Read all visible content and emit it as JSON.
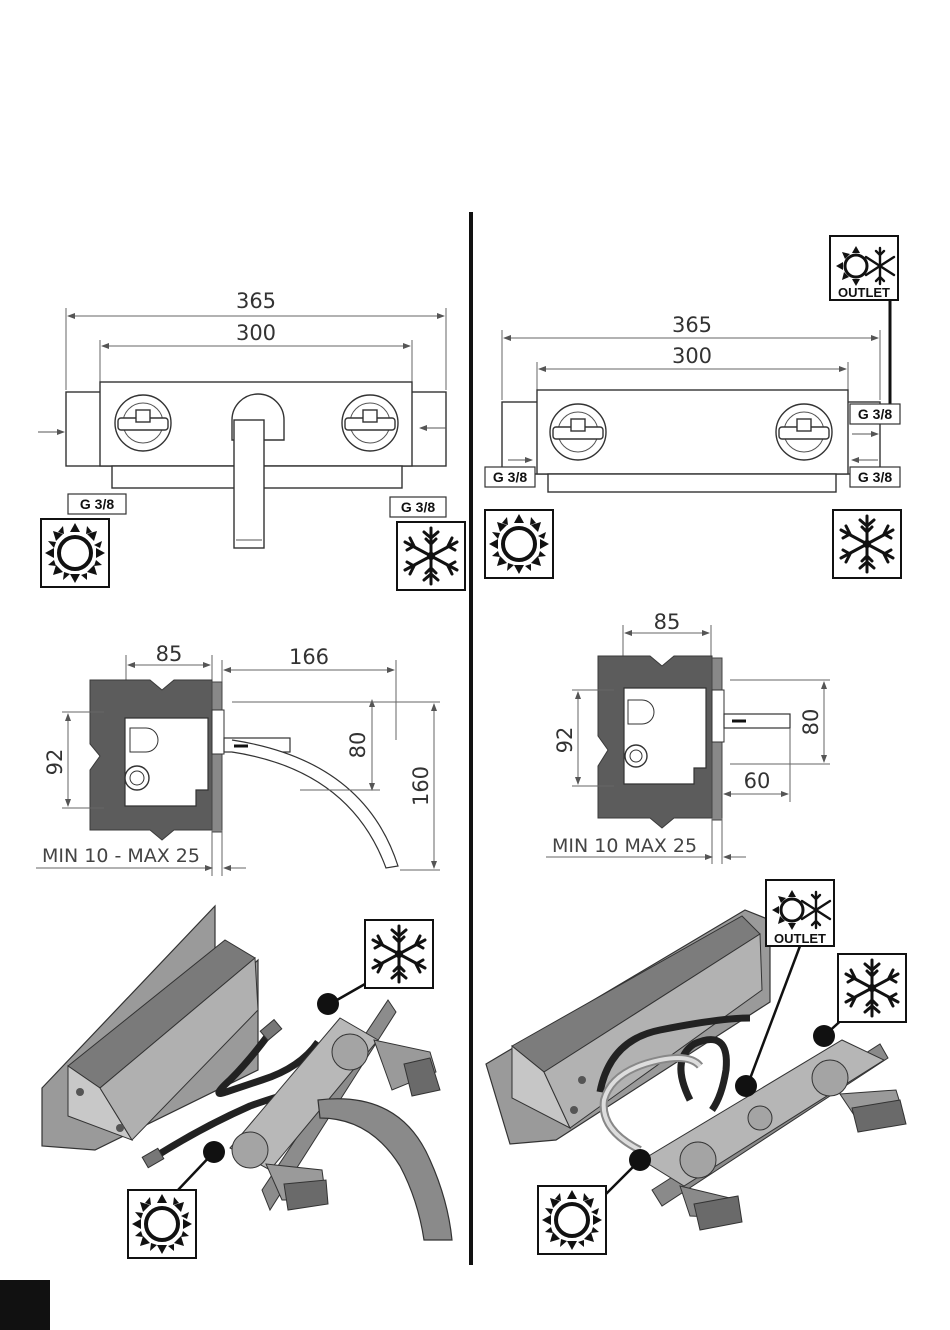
{
  "left_panel": {
    "front_view": {
      "dim_overall": "365",
      "dim_inner": "300",
      "inlet_left_label": "G 3/8",
      "inlet_right_label": "G 3/8",
      "hot_icon": "sun-icon",
      "cold_icon": "snowflake-icon"
    },
    "side_view": {
      "dim_depth": "85",
      "dim_spout_length": "166",
      "dim_height_box": "92",
      "dim_spout_drop": "80",
      "dim_total_drop": "160",
      "wall_range": "MIN 10 - MAX 25"
    },
    "iso_view": {
      "hot_icon": "sun-icon",
      "cold_icon": "snowflake-icon"
    }
  },
  "right_panel": {
    "front_view": {
      "dim_overall": "365",
      "dim_inner": "300",
      "outlet_label": "OUTLET",
      "outlet_connection_label": "G 3/8",
      "inlet_left_label": "G 3/8",
      "inlet_right_label": "G 3/8",
      "hot_icon": "sun-icon",
      "cold_icon": "snowflake-icon",
      "outlet_icon": "sun-snowflake-icon"
    },
    "side_view": {
      "dim_depth": "85",
      "dim_height_box": "92",
      "dim_outlet_height": "80",
      "dim_outlet_projection": "60",
      "wall_range": "MIN 10 MAX 25"
    },
    "iso_view": {
      "outlet_label": "OUTLET",
      "hot_icon": "sun-icon",
      "cold_icon": "snowflake-icon",
      "outlet_icon": "sun-snowflake-icon"
    }
  }
}
